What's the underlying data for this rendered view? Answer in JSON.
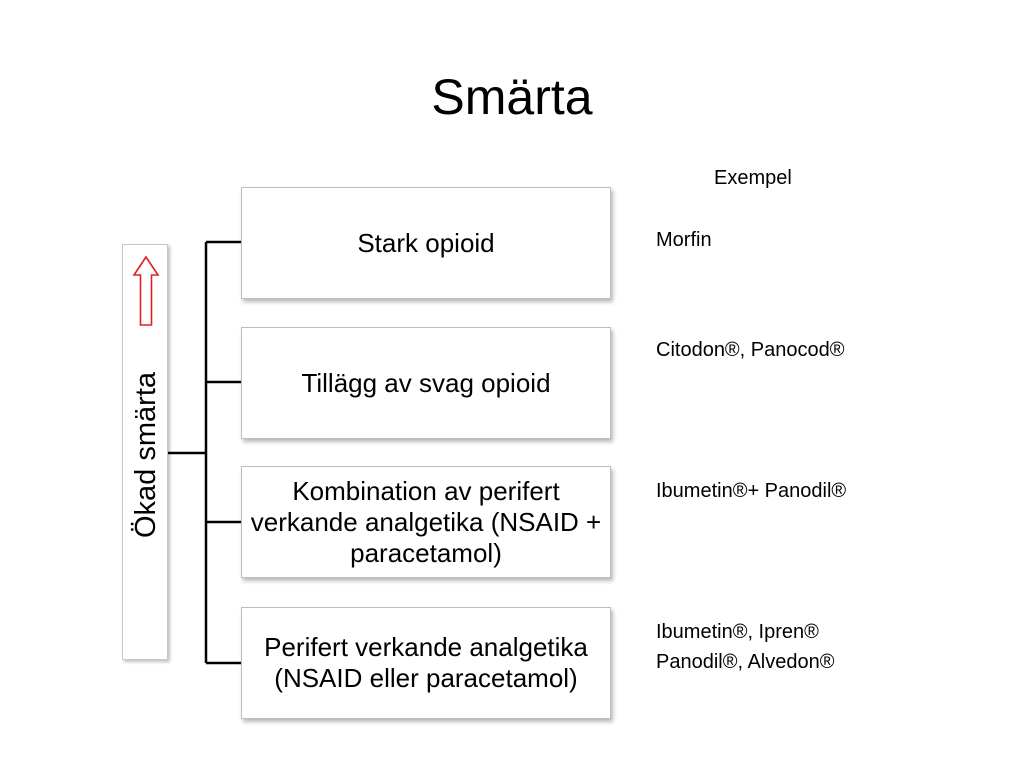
{
  "title": "Smärta",
  "side_label": "Ökad smärta",
  "examples_header": "Exempel",
  "steps": [
    {
      "label": "Stark opioid",
      "example": "Morfin"
    },
    {
      "label": "Tillägg av svag opioid",
      "example": "Citodon®, Panocod®"
    },
    {
      "label": "Kombination av perifert verkande analgetika (NSAID + paracetamol)",
      "example": "Ibumetin®+ Panodil®"
    },
    {
      "label": "Perifert verkande analgetika (NSAID eller paracetamol)",
      "example": "Ibumetin®, Ipren®\nPanodil®, Alvedon®"
    }
  ],
  "colors": {
    "arrow": "#e02020",
    "connector": "#000000",
    "box_border": "#bdbdbd"
  },
  "icons": {
    "side_arrow": "up-arrow-icon"
  }
}
